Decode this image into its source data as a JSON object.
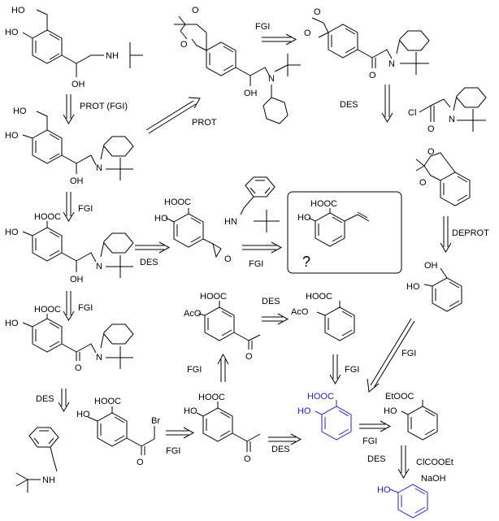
{
  "molecules": {
    "salbutamol": {
      "atoms": [
        "HO",
        "HO",
        "OH",
        "NH"
      ]
    },
    "nbenzyl_salbutamol": {
      "atoms": [
        "HO",
        "HO",
        "OH",
        "N"
      ]
    },
    "acid_alcohol": {
      "atoms": [
        "HOOC",
        "HO",
        "OH",
        "N"
      ]
    },
    "acid_ketone": {
      "atoms": [
        "HOOC",
        "HO",
        "O",
        "N"
      ]
    },
    "amine": {
      "atoms": [
        "NH"
      ]
    },
    "bromoketone": {
      "atoms": [
        "HOOC",
        "HO",
        "O",
        "Br"
      ]
    },
    "epoxide": {
      "atoms": [
        "HOOC",
        "HO",
        "O"
      ]
    },
    "benzyl_tbu_amine": {
      "atoms": [
        "HN"
      ]
    },
    "styrene": {
      "atoms": [
        "HOOC",
        "HO"
      ],
      "mark": "?"
    },
    "acetal_alcohol": {
      "atoms": [
        "O",
        "O",
        "OH",
        "N"
      ]
    },
    "acetal_ketone": {
      "atoms": [
        "O",
        "O",
        "O",
        "N"
      ]
    },
    "acid_chloride": {
      "atoms": [
        "Cl",
        "O",
        "N"
      ]
    },
    "acetal_arene": {
      "atoms": [
        "O",
        "O"
      ]
    },
    "saligenin": {
      "atoms": [
        "OH",
        "HO"
      ]
    },
    "acetyl_aspirin": {
      "atoms": [
        "HOOC",
        "AcO",
        "O"
      ]
    },
    "aspirin": {
      "atoms": [
        "HOOC",
        "AcO"
      ]
    },
    "acetyl_salicylic": {
      "atoms": [
        "HOOC",
        "HO",
        "O"
      ]
    },
    "salicylic": {
      "atoms": [
        "HOOC",
        "HO"
      ]
    },
    "ester": {
      "atoms": [
        "EtOOC",
        "HO"
      ]
    },
    "phenol": {
      "atoms": [
        "HO"
      ]
    }
  },
  "labels": {
    "prot_fgi": "PROT   (FGI)",
    "prot": "PROT",
    "fgi_top": "FGI",
    "des_right": "DES",
    "fgi_col1": "FGI",
    "des_epox": "DES",
    "fgi_epox": "FGI",
    "deprot": "DEPROT",
    "fgi_col1b": "FGI",
    "des_aspirin": "DES",
    "fgi_diag": "FGI",
    "fgi_mid_up": "FGI",
    "fgi_mid_down": "FGI",
    "des_col1": "DES",
    "fgi_brom": "FGI",
    "des_sal": "DES",
    "fgi_ester": "FGI",
    "des_phenol": "DES",
    "reagent1": "ClCOOEt",
    "reagent2": "NaOH"
  },
  "colors": {
    "highlight": "#2222cc",
    "ink": "#000000"
  }
}
